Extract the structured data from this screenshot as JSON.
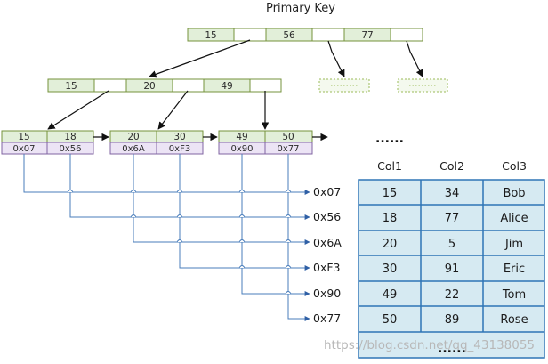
{
  "title": "Primary Key",
  "colors": {
    "key_fill": "#e2efd9",
    "key_stroke": "#76933c",
    "addr_fill": "#ece4f5",
    "addr_stroke": "#8064a2",
    "pointer_line": "#4a7ebb",
    "table_fill": "#d6eaf2",
    "table_stroke": "#2e75b6",
    "arrow": "#111111",
    "watermark": "#b8b8b8"
  },
  "root": {
    "keys": [
      "15",
      "56",
      "77"
    ]
  },
  "level2": {
    "keys": [
      "15",
      "20",
      "49"
    ]
  },
  "leaves": [
    {
      "keys": [
        "15",
        "18"
      ],
      "addrs": [
        "0x07",
        "0x56"
      ]
    },
    {
      "keys": [
        "20",
        "30"
      ],
      "addrs": [
        "0x6A",
        "0xF3"
      ]
    },
    {
      "keys": [
        "49",
        "50"
      ],
      "addrs": [
        "0x90",
        "0x77"
      ]
    }
  ],
  "ellipsis": "......",
  "pointers": [
    "0x07",
    "0x56",
    "0x6A",
    "0xF3",
    "0x90",
    "0x77"
  ],
  "table": {
    "headers": [
      "Col1",
      "Col2",
      "Col3"
    ],
    "rows": [
      [
        "15",
        "34",
        "Bob"
      ],
      [
        "18",
        "77",
        "Alice"
      ],
      [
        "20",
        "5",
        "Jim"
      ],
      [
        "30",
        "91",
        "Eric"
      ],
      [
        "49",
        "22",
        "Tom"
      ],
      [
        "50",
        "89",
        "Rose"
      ]
    ],
    "more": "......"
  },
  "watermark": "https://blog.csdn.net/qq_43138055"
}
